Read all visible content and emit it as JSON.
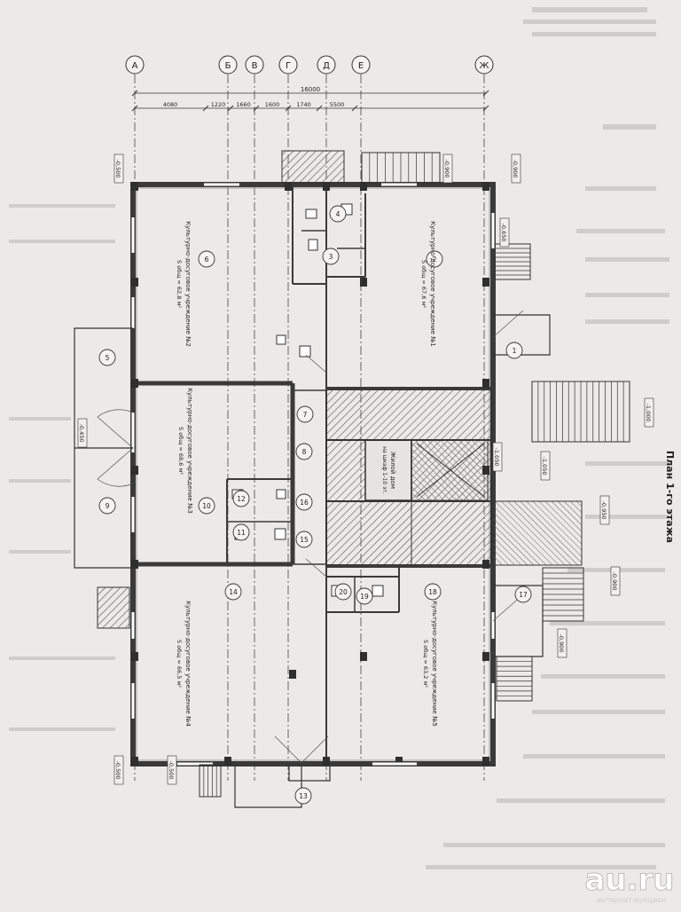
{
  "axes": [
    "А",
    "Б",
    "В",
    "Г",
    "Д",
    "Е",
    "Ж"
  ],
  "dimensions": {
    "total": "16000",
    "segments": [
      "4080",
      "1220",
      "1660",
      "1600",
      "1740",
      "5500"
    ]
  },
  "rooms": [
    "1",
    "2",
    "3",
    "4",
    "5",
    "6",
    "7",
    "8",
    "9",
    "10",
    "11",
    "12",
    "13",
    "14",
    "15",
    "16",
    "17",
    "18",
    "19",
    "20"
  ],
  "labels": {
    "room_1": [
      "Культурно-досуговое учреждение №1",
      "S общ = 67,6 м²"
    ],
    "room_2": [
      "Культурно-досуговое учреждение №2",
      "S общ = 62,8 м²"
    ],
    "room_3": [
      "Культурно-досуговое учреждение №3",
      "S общ = 68,6 м²"
    ],
    "room_4": [
      "Культурно-досуговое учреждение №4",
      "S общ = 66,5 м²"
    ],
    "room_5": [
      "Культурно-досуговое учреждение №5",
      "S общ = 63,2 м²"
    ],
    "residential_entry": [
      "Жилой дом",
      "на шкаф 1-10 эт."
    ]
  },
  "levels": [
    "-0,500",
    "-0,900",
    "-0,900",
    "-0,650",
    "-1,000",
    "-1,050",
    "-1,050",
    "-0,950",
    "-0,900",
    "-0,900",
    "-0,450",
    "-0,500",
    "-0,500"
  ],
  "side_caption": "План 1-го этажа",
  "watermark": {
    "brand": "au.ru",
    "tagline": "интернет-аукцион"
  },
  "colors": {
    "paper": "#eceae8",
    "ink": "#2a2a2a",
    "hatch": "#555555"
  }
}
